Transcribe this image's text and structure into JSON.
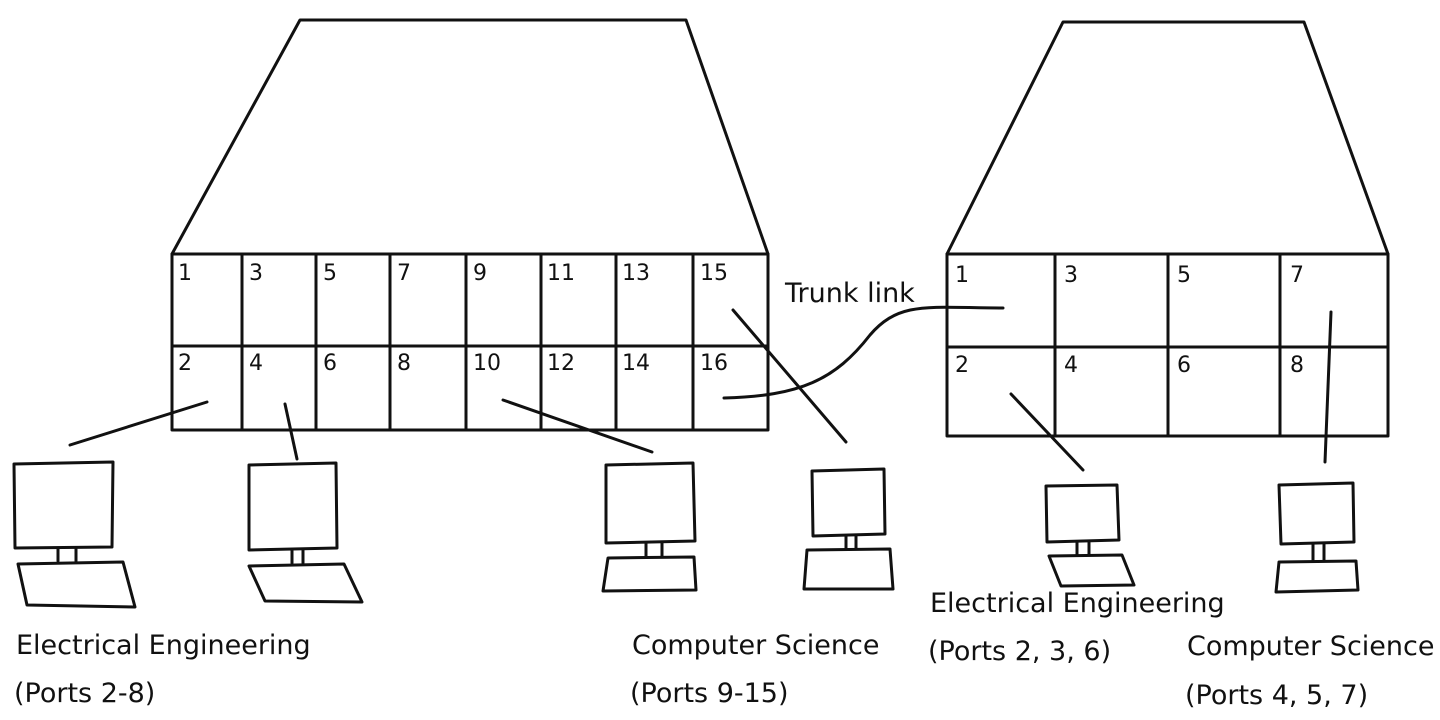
{
  "switch_left": {
    "ports_top": [
      "1",
      "3",
      "5",
      "7",
      "9",
      "11",
      "13",
      "15"
    ],
    "ports_bottom": [
      "2",
      "4",
      "6",
      "8",
      "10",
      "12",
      "14",
      "16"
    ]
  },
  "switch_right": {
    "ports_top": [
      "1",
      "3",
      "5",
      "7"
    ],
    "ports_bottom": [
      "2",
      "4",
      "6",
      "8"
    ]
  },
  "trunk_label": "Trunk link",
  "labels": {
    "ee_left_name": "Electrical Engineering",
    "ee_left_ports": "(Ports 2-8)",
    "cs_left_name": "Computer Science",
    "cs_left_ports": "(Ports 9-15)",
    "ee_right_name": "Electrical Engineering",
    "ee_right_ports": "(Ports 2, 3, 6)",
    "cs_right_name": "Computer Science",
    "cs_right_ports": "(Ports 4, 5, 7)"
  }
}
